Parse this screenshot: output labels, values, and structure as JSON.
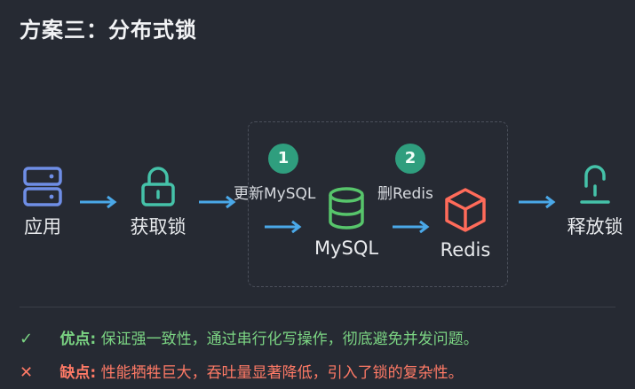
{
  "title": "方案三：分布式锁",
  "nodes": {
    "app": {
      "label": "应用",
      "icon": "server-icon"
    },
    "lock": {
      "label": "获取锁",
      "icon": "lock-icon"
    },
    "mysql": {
      "label": "MySQL",
      "icon": "database-icon"
    },
    "redis": {
      "label": "Redis",
      "icon": "cube-icon"
    },
    "release": {
      "label": "释放锁",
      "icon": "unlock-icon"
    }
  },
  "steps": [
    {
      "number": "1",
      "text": "更新MySQL"
    },
    {
      "number": "2",
      "text": "删Redis"
    }
  ],
  "pros": {
    "mark": "✓",
    "head": "优点:",
    "text": "保证强一致性，通过串行化写操作，彻底避免并发问题。"
  },
  "cons": {
    "mark": "✕",
    "head": "缺点:",
    "text": "性能牺牲巨大，吞吐量显著降低，引入了锁的复杂性。"
  },
  "colors": {
    "background": "#262a33",
    "app_icon": "#6f8ee6",
    "lock_icon": "#45c2a9",
    "mysql_icon": "#57c56b",
    "redis_icon": "#ff6b5a",
    "release_icon": "#45c2a9",
    "arrow": "#4aa8e8",
    "badge": "#2f9e7e",
    "pros": "#7bd483",
    "cons": "#ff7a66"
  }
}
